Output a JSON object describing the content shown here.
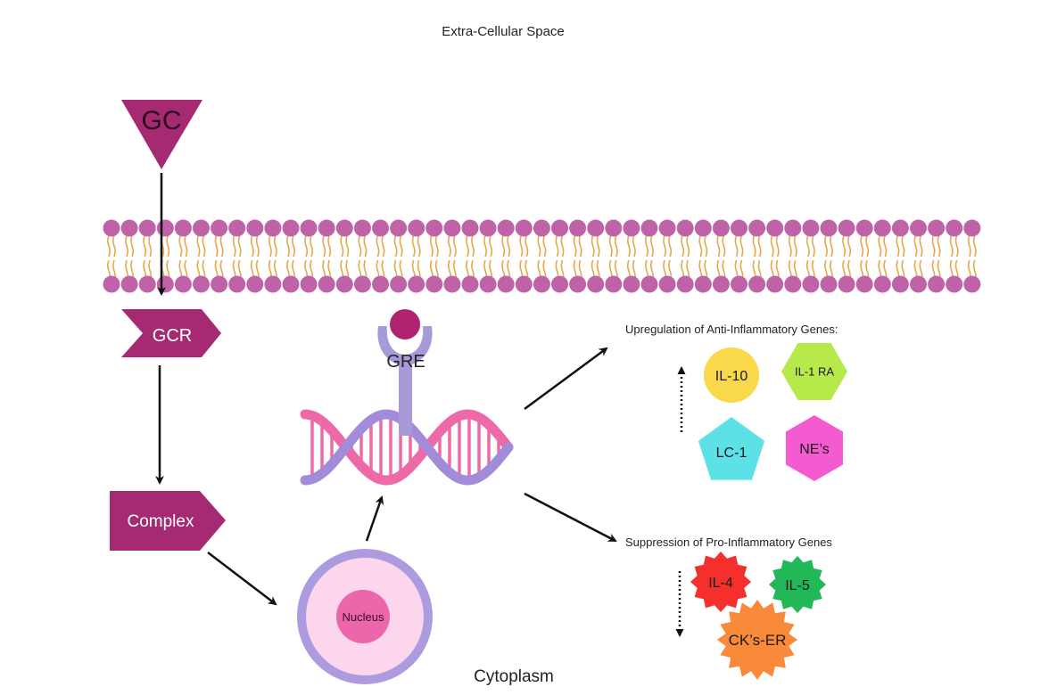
{
  "labels": {
    "extracellular": "Extra-Cellular Space",
    "cytoplasm": "Cytoplasm",
    "gc": "GC",
    "gcr": "GCR",
    "complex": "Complex",
    "nucleus": "Nucleus",
    "gre": "GRE",
    "upregulation": "Upregulation of Anti-Inflammatory Genes:",
    "suppression": "Suppression of Pro-Inflammatory Genes"
  },
  "anti_inflammatory": [
    {
      "name": "IL-10",
      "shape": "circle",
      "color": "#f9d84a"
    },
    {
      "name": "IL-1 RA",
      "shape": "hexagon",
      "color": "#b6e94a"
    },
    {
      "name": "LC-1",
      "shape": "pentagon",
      "color": "#5ce1e6"
    },
    {
      "name": "NE’s",
      "shape": "hexagon",
      "color": "#f55bd1"
    }
  ],
  "pro_inflammatory": [
    {
      "name": "IL-4",
      "shape": "starburst",
      "color": "#f5302c"
    },
    {
      "name": "IL-5",
      "shape": "starburst",
      "color": "#22b858"
    },
    {
      "name": "CK’s-ER",
      "shape": "starburst",
      "color": "#f98a3a"
    }
  ],
  "colors": {
    "gc_magenta": "#a52a71",
    "phospholipid_head": "#c062a8",
    "phospholipid_tail": "#e6a84a",
    "dna_pink": "#ee6aa7",
    "dna_purple": "#a28cd9",
    "receptor": "#a89ad8",
    "ligand": "#b0236f",
    "nucleus_outer": "#ad9be0",
    "nucleus_fill": "#fbd6ec",
    "nucleolus": "#ec66ac"
  }
}
